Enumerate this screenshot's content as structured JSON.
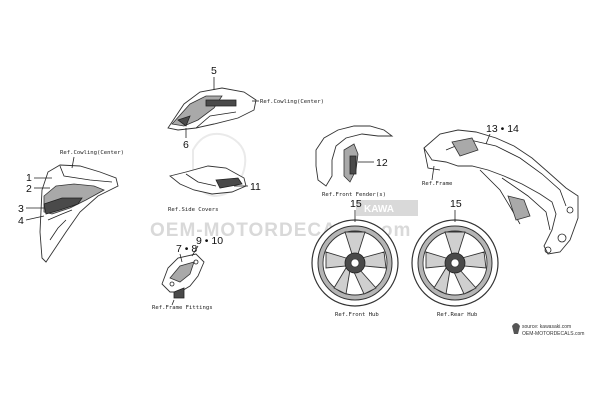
{
  "watermark": {
    "text": "OEM-MOTORDECALS.com",
    "mark": "KAWA"
  },
  "callouts": {
    "c1": "1",
    "c2": "2",
    "c3": "3",
    "c4": "4",
    "c5": "5",
    "c6": "6",
    "c78": "7 • 8",
    "c910": "9 • 10",
    "c11": "11",
    "c12": "12",
    "c1314": "13 • 14",
    "c15a": "15",
    "c15b": "15"
  },
  "refs": {
    "cowling_center_left": "Ref.Cowling(Center)",
    "cowling_center_top": "Ref.Cowling(Center)",
    "side_covers": "Ref.Side Covers",
    "front_fender": "Ref.Front Fender(s)",
    "frame": "Ref.Frame",
    "frame_fittings": "Ref.Frame Fittings",
    "front_hub": "Ref.Front Hub",
    "rear_hub": "Ref.Rear Hub"
  },
  "source": {
    "line1": "source: kawasaki.com",
    "line2": "OEM-MOTORDECALS.com"
  }
}
